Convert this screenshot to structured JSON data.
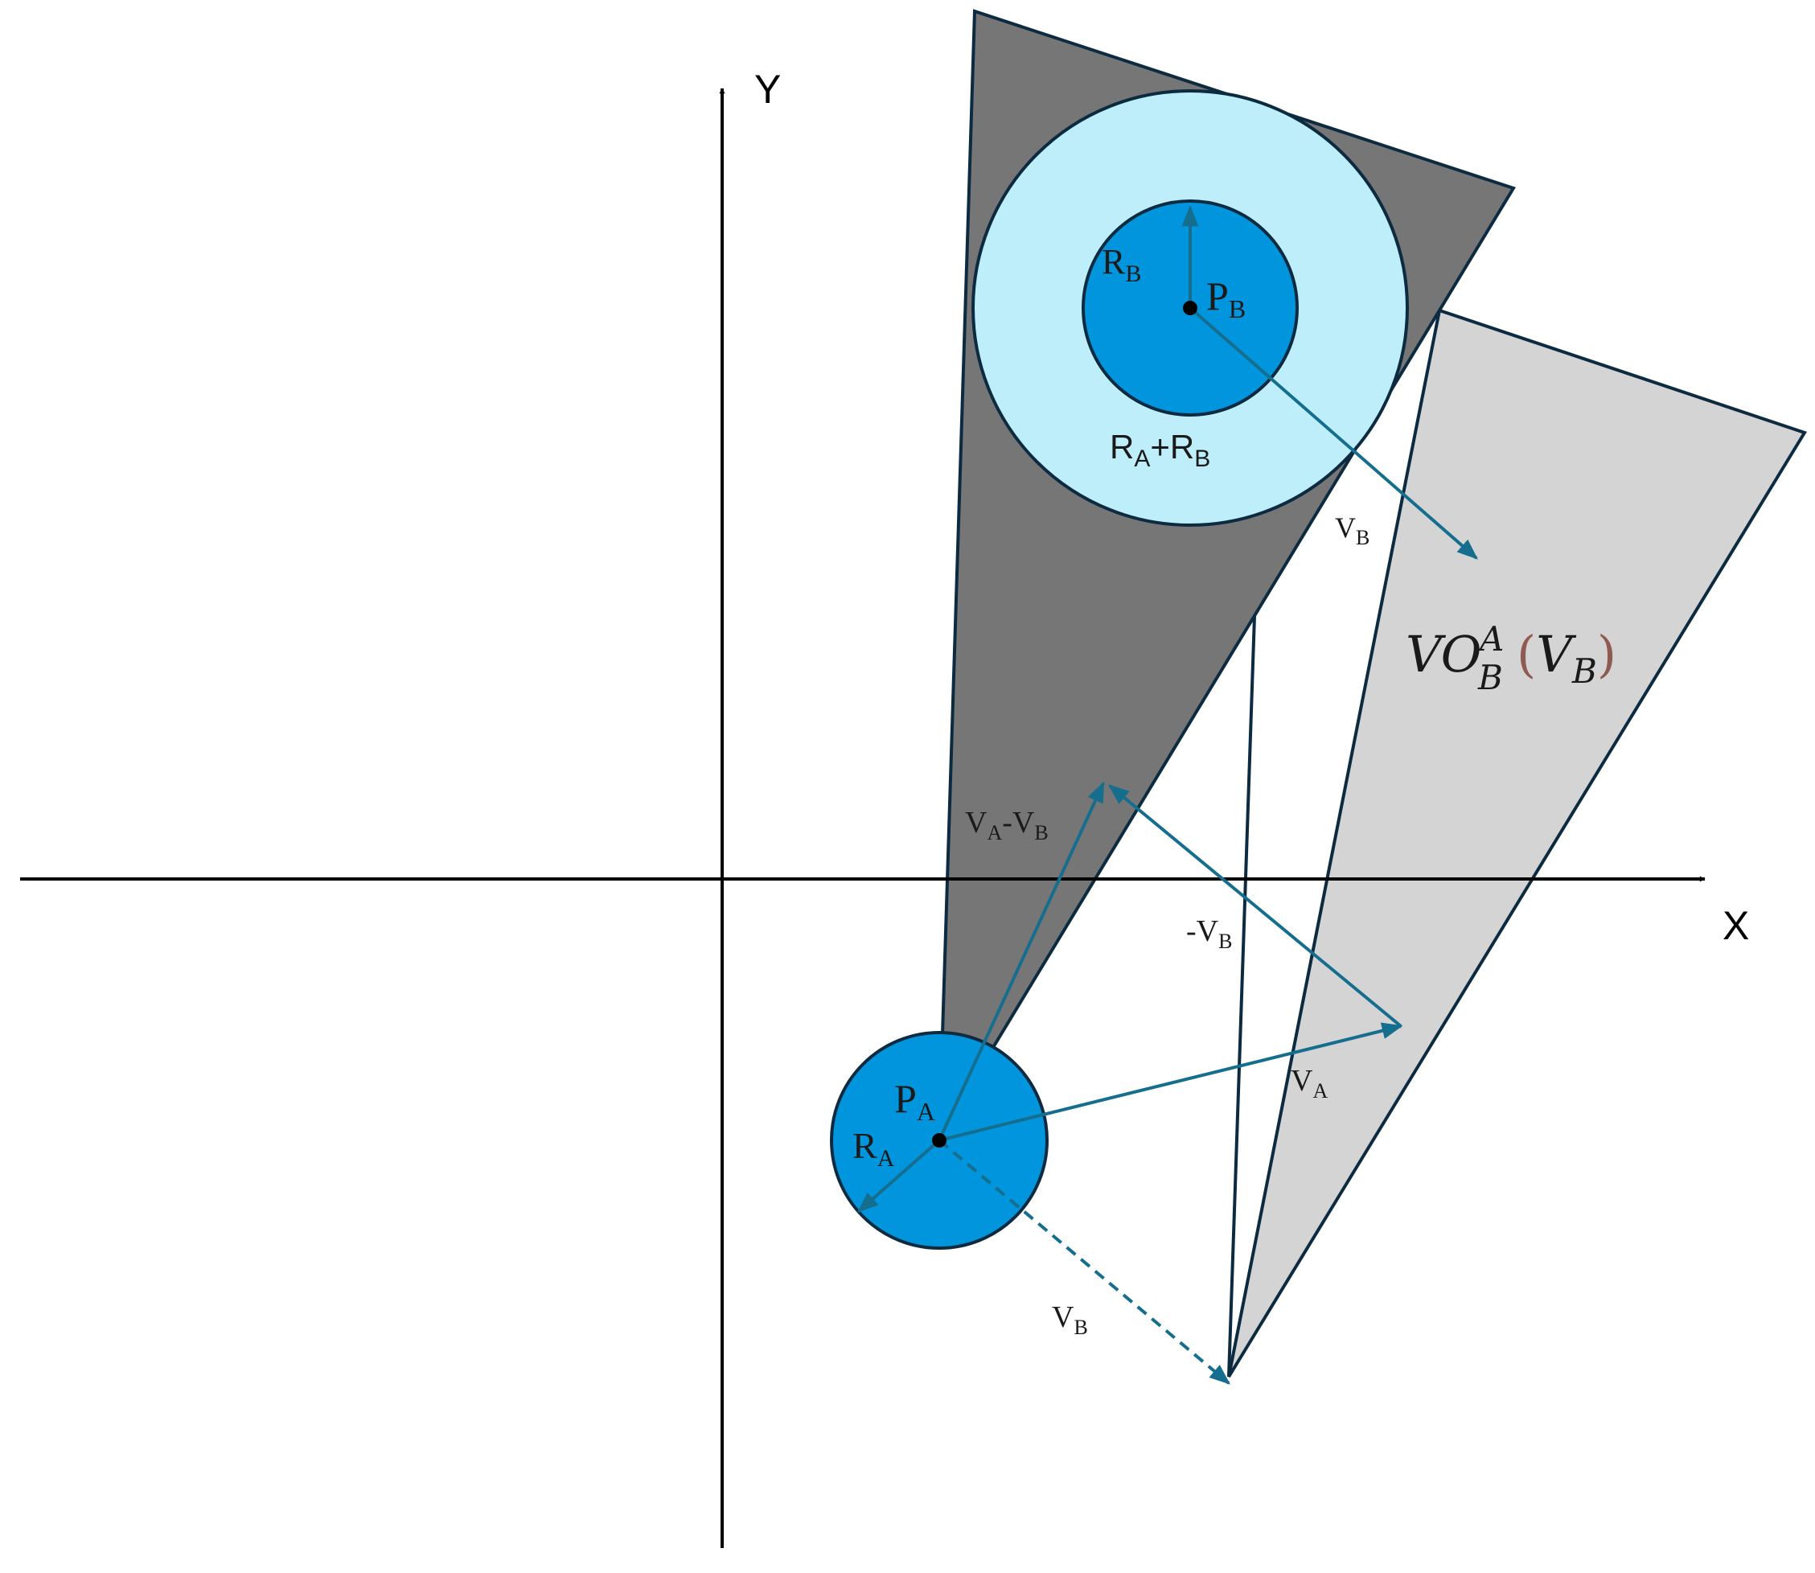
{
  "axes": {
    "x_label": "X",
    "y_label": "Y"
  },
  "labels": {
    "rb": {
      "main": "R",
      "sub": "B"
    },
    "pb": {
      "main": "P",
      "sub": "B"
    },
    "ra_plus_rb": {
      "a_main": "R",
      "a_sub": "A",
      "plus": "+",
      "b_main": "R",
      "b_sub": "B"
    },
    "vb_top": {
      "main": "V",
      "sub": "B"
    },
    "vo": {
      "main": "VO",
      "sub": "B",
      "sup": "A",
      "open": "(",
      "arg_main": "V",
      "arg_sub": "B",
      "close": ")"
    },
    "va_minus_vb": {
      "a_main": "V",
      "a_sub": "A",
      "minus": "-",
      "b_main": "V",
      "b_sub": "B"
    },
    "neg_vb": {
      "minus": "-",
      "main": "V",
      "sub": "B"
    },
    "va": {
      "main": "V",
      "sub": "A"
    },
    "pa": {
      "main": "P",
      "sub": "A"
    },
    "ra": {
      "main": "R",
      "sub": "A"
    },
    "vb_bottom": {
      "main": "V",
      "sub": "B"
    }
  },
  "colors": {
    "dark_cone": "#767676",
    "light_cone": "#d4d4d4",
    "outer_disk": "#bdeefa",
    "inner_disk": "#0095dd",
    "vector": "#156e8e",
    "outline": "#0d2b40",
    "vo_paren": "#8e5a52"
  }
}
